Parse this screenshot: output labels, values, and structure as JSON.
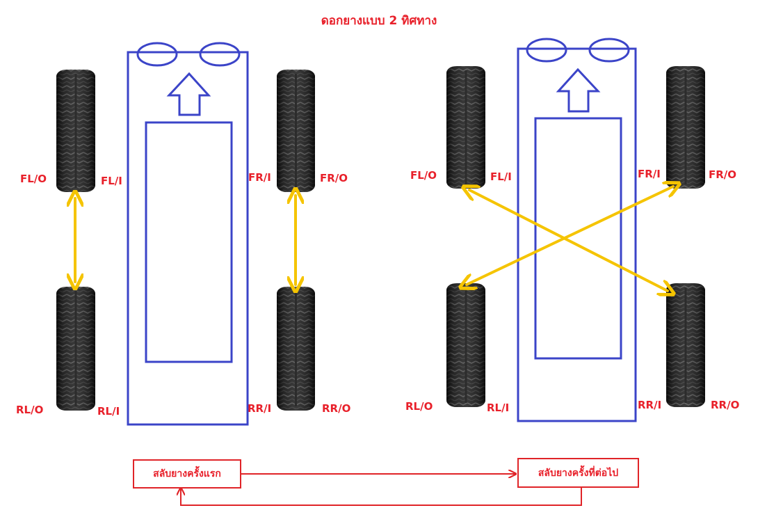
{
  "title": "ดอกยางแบบ 2 ทิศทาง",
  "left_diagram": {
    "labels": {
      "fl_o": "FL/O",
      "fl_i": "FL/I",
      "fr_i": "FR/I",
      "fr_o": "FR/O",
      "rl_o": "RL/O",
      "rl_i": "RL/I",
      "rr_i": "RR/I",
      "rr_o": "RR/O"
    }
  },
  "right_diagram": {
    "labels": {
      "fl_o": "FL/O",
      "fl_i": "FL/I",
      "fr_i": "FR/I",
      "fr_o": "FR/O",
      "rl_o": "RL/O",
      "rl_i": "RL/I",
      "rr_i": "RR/I",
      "rr_o": "RR/O"
    }
  },
  "flow": {
    "first_rotation": "สลับยางครั้งแรก",
    "next_rotation": "สลับยางครั้งที่ต่อไป"
  },
  "colors": {
    "car_outline": "#3b44c8",
    "arrow": "#f5c400",
    "label_red": "#e8202a",
    "tire_dark": "#1c1c1c"
  }
}
